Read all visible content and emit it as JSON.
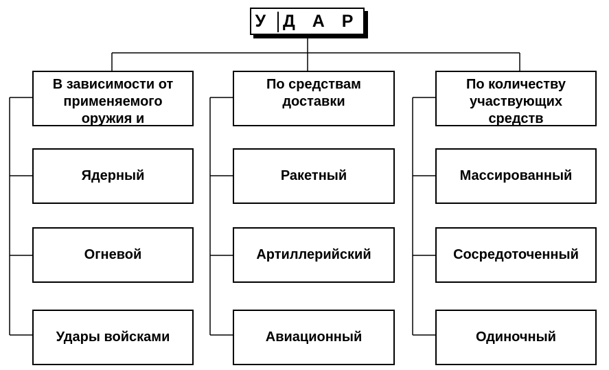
{
  "root": {
    "label": "У Д А Р"
  },
  "columns": [
    {
      "header": [
        "В зависимости от",
        "применяемого",
        "оружия и"
      ],
      "items": [
        "Ядерный",
        "Огневой",
        "Удары войсками"
      ]
    },
    {
      "header": [
        "По средствам",
        "доставки"
      ],
      "items": [
        "Ракетный",
        "Артиллерийский",
        "Авиационный"
      ]
    },
    {
      "header": [
        "По количеству",
        "участвующих",
        "средств"
      ],
      "items": [
        "Массированный",
        "Сосредоточенный",
        "Одиночный"
      ]
    }
  ]
}
